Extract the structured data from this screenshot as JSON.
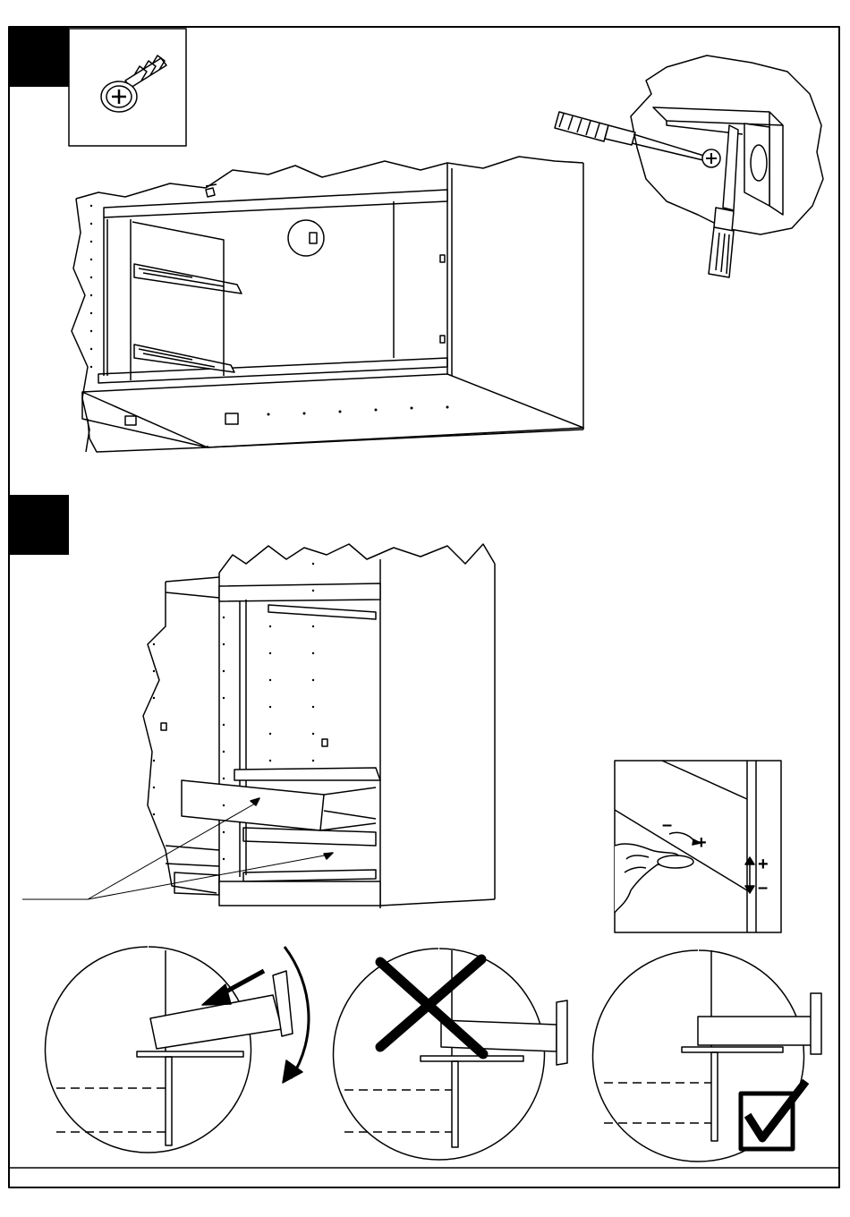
{
  "instruction_sheet": {
    "step_markers": [
      {
        "label": ""
      },
      {
        "label": ""
      }
    ],
    "foot_adjuster": {
      "rotate_minus": "–",
      "rotate_plus": "+",
      "height_plus": "+",
      "height_minus": "–"
    },
    "drawer_insertion": [
      {
        "status": "incorrect-tilted",
        "mark": ""
      },
      {
        "status": "incorrect",
        "mark": "cross-icon"
      },
      {
        "status": "correct",
        "mark": "checkmark-icon"
      }
    ],
    "colors": {
      "ink": "#000000",
      "paper": "#ffffff"
    }
  }
}
